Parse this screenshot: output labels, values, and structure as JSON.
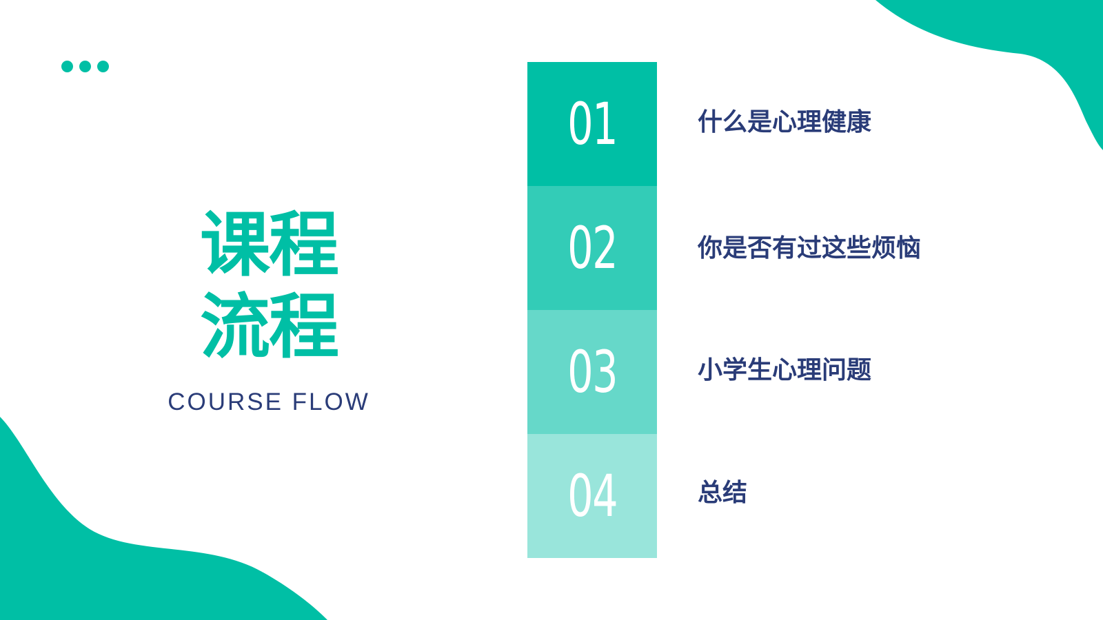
{
  "colors": {
    "primary": "#00BFA5",
    "navy": "#2A3C78",
    "step_1": "#00BFA5",
    "step_2": "#33CCB7",
    "step_3": "#66D8C9",
    "step_4": "#99E5DB",
    "background": "#FFFFFF"
  },
  "header": {
    "decoration": "three-dots-icon"
  },
  "title": {
    "line1": "课程",
    "line2": "流程",
    "subtitle": "COURSE FLOW"
  },
  "steps": [
    {
      "number": "01",
      "label": "什么是心理健康"
    },
    {
      "number": "02",
      "label": "你是否有过这些烦恼"
    },
    {
      "number": "03",
      "label": "小学生心理问题"
    },
    {
      "number": "04",
      "label": "总结"
    }
  ]
}
